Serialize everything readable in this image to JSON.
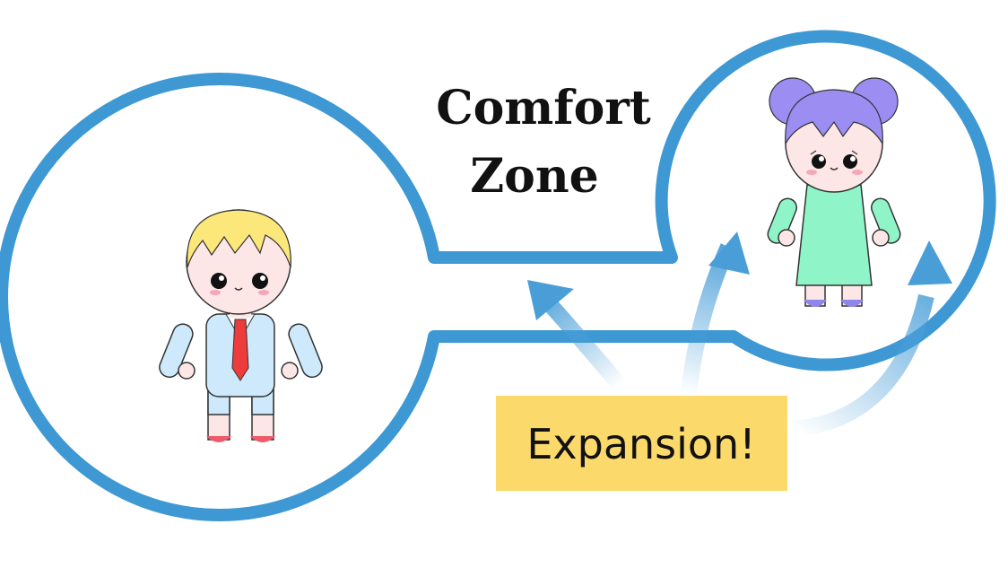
{
  "title": {
    "line1": "Comfort",
    "line2": "Zone"
  },
  "callout": {
    "label": "Expansion!"
  },
  "colors": {
    "outline": "#3d98d3",
    "arrow": "#4a9ed8",
    "callout_bg": "#fbd96a",
    "text": "#111111",
    "boy_hair": "#fbe77a",
    "boy_suit": "#cde9fb",
    "boy_tie": "#ee3b3b",
    "boy_shoes": "#ef5a6a",
    "girl_hair": "#9b8df2",
    "girl_dress": "#8ff5c8",
    "girl_shoes": "#8f86ec",
    "skin": "#fde6e6"
  },
  "figures": [
    {
      "name": "boy-figure",
      "description_icon": "boy-icon"
    },
    {
      "name": "girl-figure",
      "description_icon": "girl-icon"
    }
  ]
}
